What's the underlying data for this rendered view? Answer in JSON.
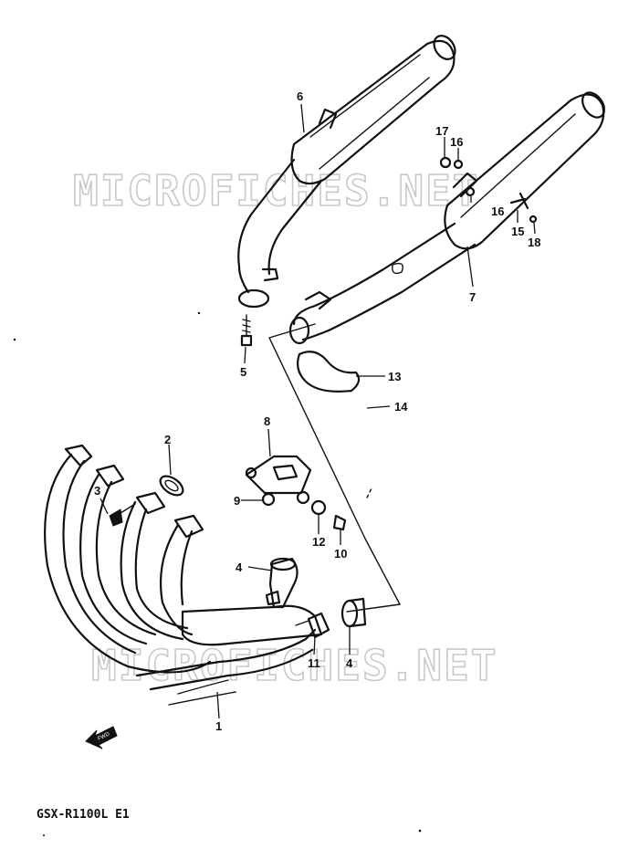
{
  "model_code": "GSX-R1100L E1",
  "watermarks": [
    "MICROFICHES.NET",
    "MICROFICHES.NET"
  ],
  "fwd_label": "FWD",
  "callouts": {
    "c1": "1",
    "c2": "2",
    "c3": "3",
    "c4a": "4",
    "c4b": "4",
    "c5": "5",
    "c6": "6",
    "c7": "7",
    "c8": "8",
    "c9": "9",
    "c10": "10",
    "c11": "11",
    "c12": "12",
    "c13": "13",
    "c14": "14",
    "c15": "15",
    "c16a": "16",
    "c16b": "16",
    "c17": "17",
    "c18": "18"
  }
}
